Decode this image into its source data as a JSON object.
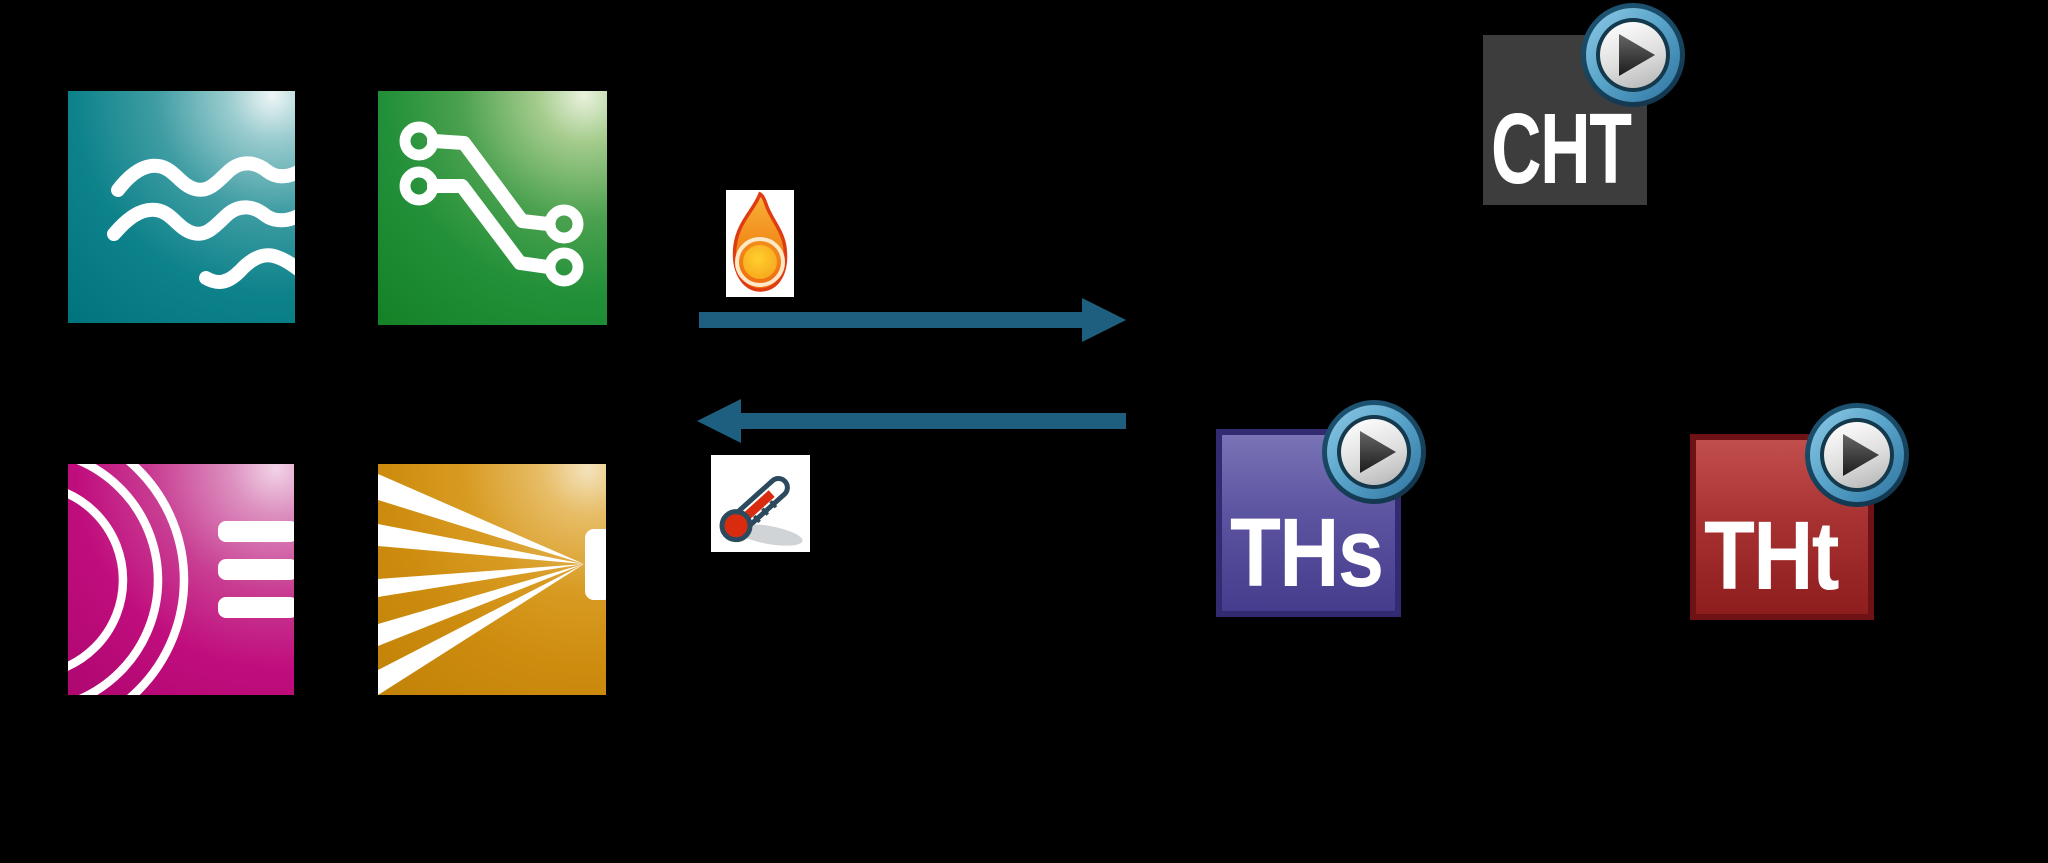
{
  "canvas": {
    "background": "#000000"
  },
  "source_solvers": [
    {
      "id": "em-waves",
      "icon": "waves-icon",
      "base_color": "#00747d"
    },
    {
      "id": "circuit-traces",
      "icon": "circuit-traces-icon",
      "base_color": "#148127"
    },
    {
      "id": "radiation-arcs",
      "icon": "radiation-arcs-icon",
      "base_color": "#c00d7d"
    },
    {
      "id": "particle-beam",
      "icon": "particle-beam-icon",
      "base_color": "#cd8c0e"
    }
  ],
  "coupling": {
    "forward_arrow": {
      "direction": "right",
      "color": "#1e5f80",
      "marker_icon": "flame-icon"
    },
    "return_arrow": {
      "direction": "left",
      "color": "#1e5f80",
      "marker_icon": "thermometer-icon"
    }
  },
  "thermal_solvers": [
    {
      "label": "CHT",
      "background": "#3d3d3d",
      "text_color": "#ffffff",
      "has_play_overlay": true
    },
    {
      "label": "THs",
      "background_top": "#7973b6",
      "background_bottom": "#453c8d",
      "border": "#332b71",
      "text_color": "#ffffff",
      "has_play_overlay": true
    },
    {
      "label": "THt",
      "background_top": "#c14f4d",
      "background_bottom": "#8e1d1d",
      "border": "#6f1215",
      "text_color": "#ffffff",
      "has_play_overlay": true
    }
  ]
}
